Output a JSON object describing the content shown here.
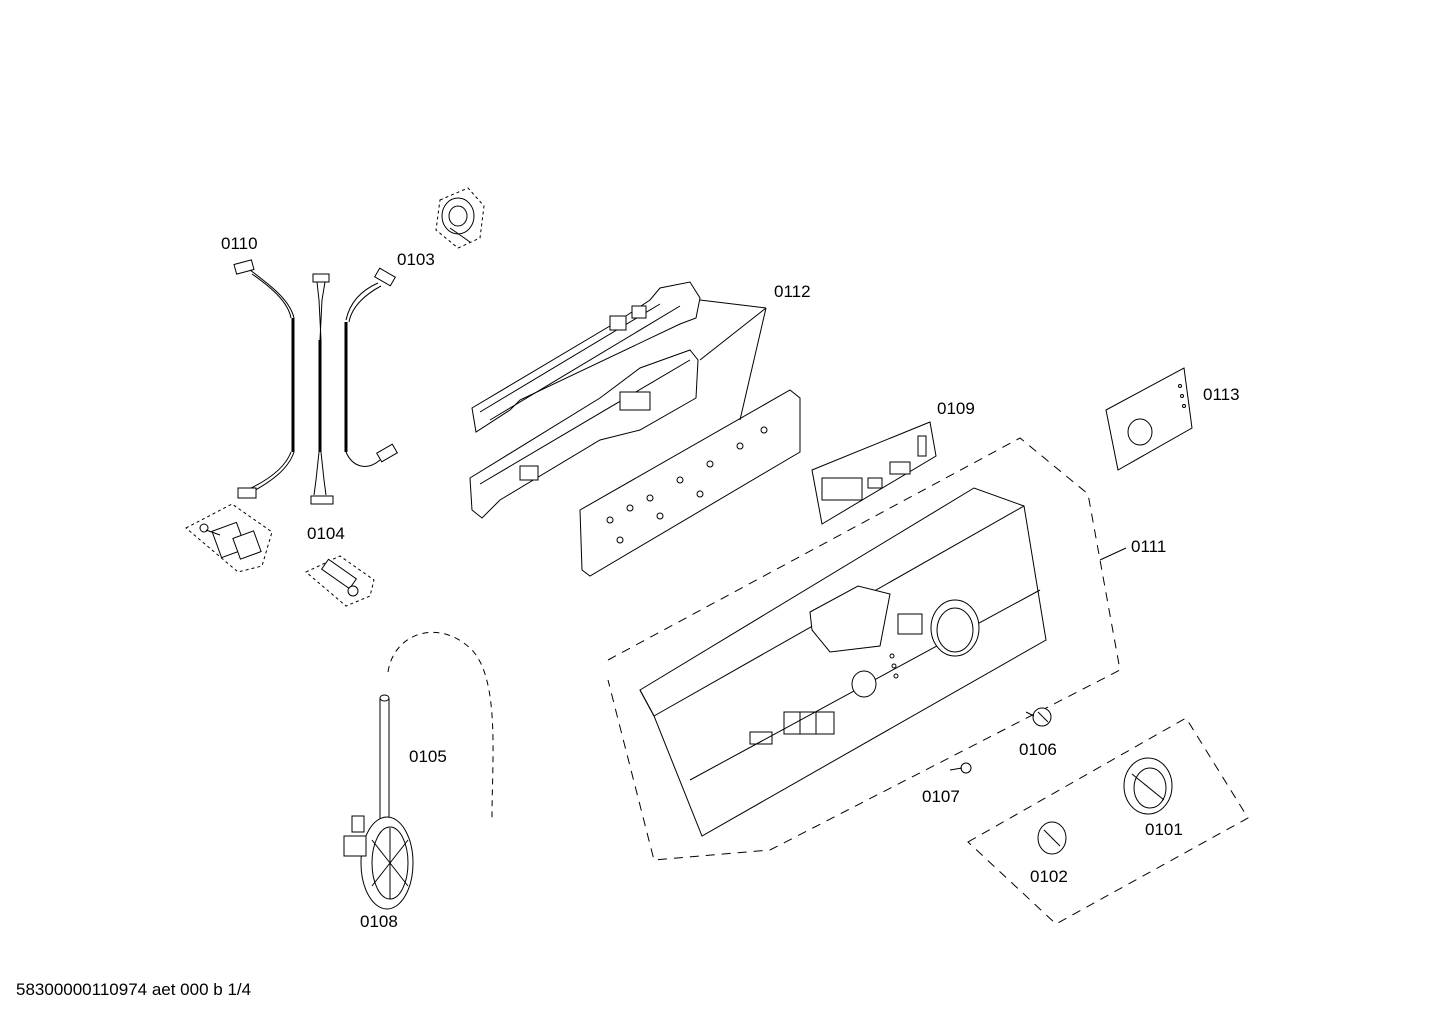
{
  "diagram": {
    "parts": [
      {
        "id": "0101",
        "label": "0101"
      },
      {
        "id": "0102",
        "label": "0102"
      },
      {
        "id": "0103",
        "label": "0103"
      },
      {
        "id": "0104",
        "label": "0104"
      },
      {
        "id": "0105",
        "label": "0105"
      },
      {
        "id": "0106",
        "label": "0106"
      },
      {
        "id": "0107",
        "label": "0107"
      },
      {
        "id": "0108",
        "label": "0108"
      },
      {
        "id": "0109",
        "label": "0109"
      },
      {
        "id": "0110",
        "label": "0110"
      },
      {
        "id": "0111",
        "label": "0111"
      },
      {
        "id": "0112",
        "label": "0112"
      },
      {
        "id": "0113",
        "label": "0113"
      }
    ]
  },
  "footer": {
    "document_id": "58300000110974 aet 000 b 1/4"
  }
}
